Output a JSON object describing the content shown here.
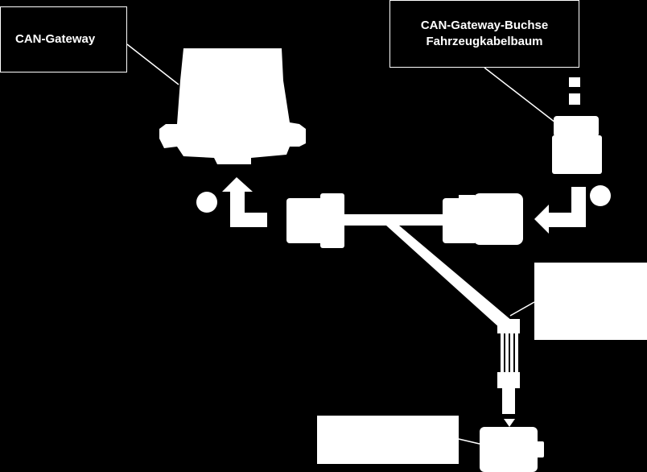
{
  "diagram": {
    "colors": {
      "background": "#000000",
      "foreground": "#ffffff"
    },
    "labels": {
      "gateway": "CAN-Gateway",
      "socket_line1": "CAN-Gateway-Buchse",
      "socket_line2": "Fahrzeugkabelbaum",
      "right_label": "",
      "bottom_label": ""
    },
    "markers": {
      "left_circle": "",
      "right_circle": ""
    }
  }
}
